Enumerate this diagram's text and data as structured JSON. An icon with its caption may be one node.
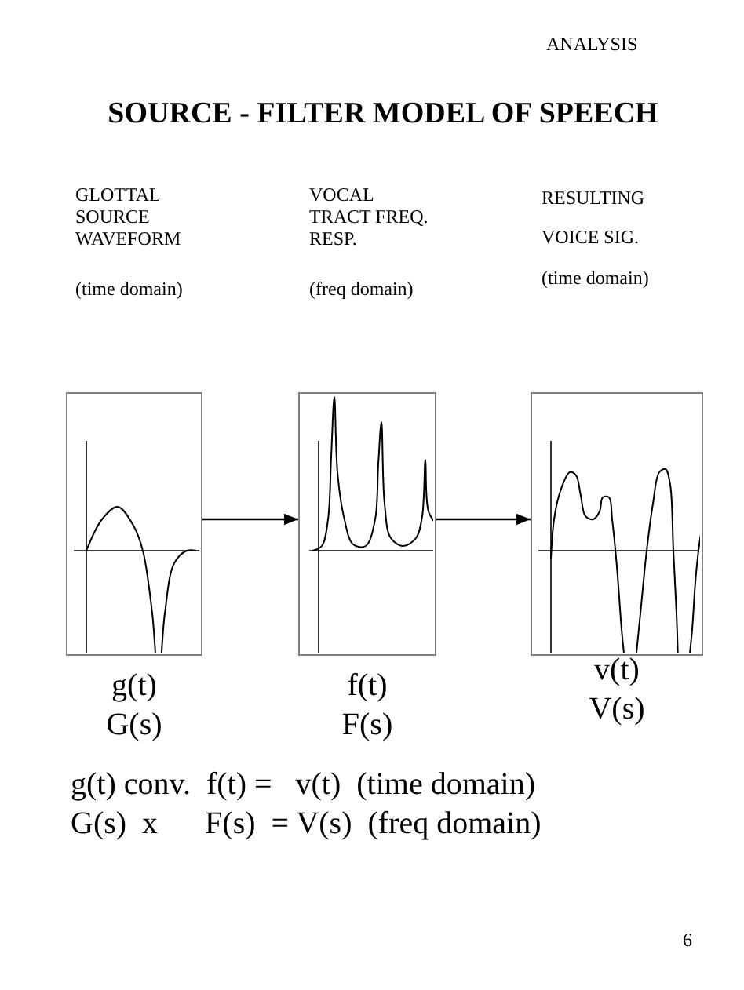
{
  "diagram": {
    "title": "SOURCE - FILTER MODEL OF SPEECH",
    "nodes": [
      {
        "text": [],
        "shape": "box",
        "beside": [
          "g(t)",
          "G(s)"
        ]
      },
      {
        "text": [],
        "shape": "box",
        "beside": [
          "f(t)",
          "F(s)"
        ]
      },
      {
        "text": [],
        "shape": "box",
        "beside": [
          "v(t)",
          "V(s)"
        ]
      }
    ],
    "edges": [
      {
        "from": 0,
        "to": 1,
        "arrow": "to"
      },
      {
        "from": 1,
        "to": 2,
        "arrow": "to"
      }
    ],
    "labels": [
      "ANALYSIS",
      "GLOTTAL SOURCE WAVEFORM",
      "VOCAL TRACT FREQ. RESP.",
      "RESULTING",
      "(time domain)",
      "(freq domain)",
      "VOICE SIG.",
      "(time domain)",
      "g(t) conv.  f(t) =   v(t)  (time domain)",
      "G(s)  x      F(s)  = V(s)  (freq domain)",
      "6"
    ]
  }
}
